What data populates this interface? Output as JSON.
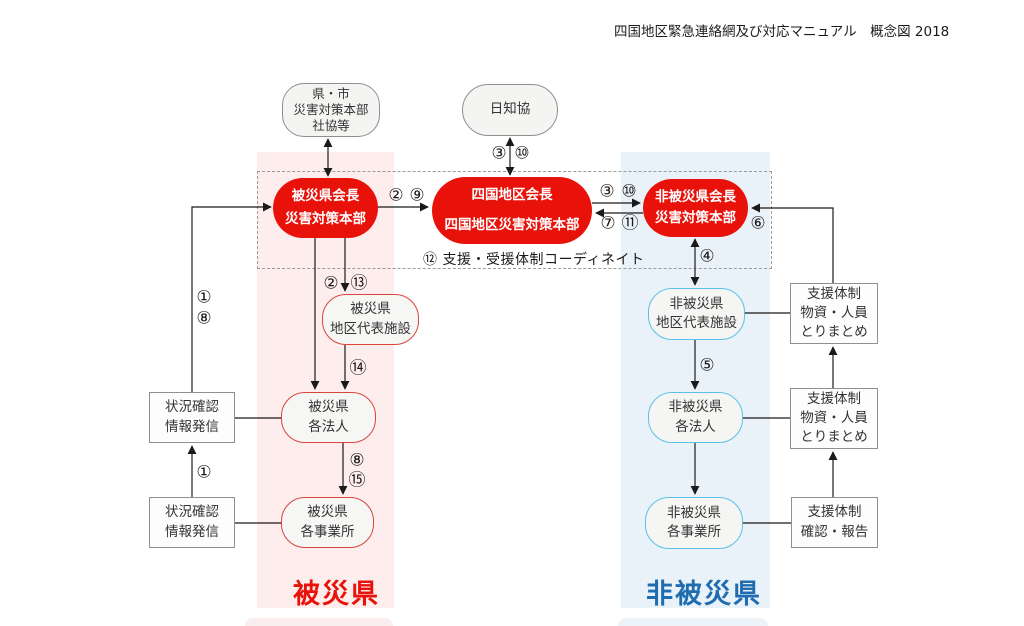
{
  "title": "四国地区緊急連絡網及び対応マニュアル　概念図 2018",
  "regions": {
    "affected": "被災県",
    "unaffected": "非被災県"
  },
  "nodes": {
    "pref_city_hq": {
      "line1": "県・市",
      "line2": "災害対策本部",
      "line3": "社協等"
    },
    "nichikyou": {
      "line1": "日知協"
    },
    "affected_chair": {
      "line1": "被災県会長",
      "line2": "災害対策本部"
    },
    "shikoku_chair": {
      "line1": "四国地区会長",
      "line2": "四国地区災害対策本部"
    },
    "unaffected_chair": {
      "line1": "非被災県会長",
      "line2": "災害対策本部"
    },
    "affected_facility": {
      "line1": "被災県",
      "line2": "地区代表施設"
    },
    "affected_corp": {
      "line1": "被災県",
      "line2": "各法人"
    },
    "affected_office": {
      "line1": "被災県",
      "line2": "各事業所"
    },
    "status_upper": {
      "line1": "状況確認",
      "line2": "情報発信"
    },
    "status_lower": {
      "line1": "状況確認",
      "line2": "情報発信"
    },
    "unaffected_facility": {
      "line1": "非被災県",
      "line2": "地区代表施設"
    },
    "unaffected_corp": {
      "line1": "非被災県",
      "line2": "各法人"
    },
    "unaffected_office": {
      "line1": "非被災県",
      "line2": "各事業所"
    },
    "support_top": {
      "line1": "支援体制",
      "line2": "物資・人員",
      "line3": "とりまとめ"
    },
    "support_mid": {
      "line1": "支援体制",
      "line2": "物資・人員",
      "line3": "とりまとめ"
    },
    "support_bottom": {
      "line1": "支援体制",
      "line2": "確認・報告"
    }
  },
  "labels": {
    "left_1": "①",
    "left_8": "⑧",
    "a2": "②",
    "a9": "⑨",
    "b3": "③",
    "b10": "⑩",
    "c3": "③",
    "c10": "⑩",
    "d7": "⑦",
    "d11": "⑪",
    "e6": "⑥",
    "f4": "④",
    "g2": "②",
    "g13": "⑬",
    "h14": "⑭",
    "i8": "⑧",
    "i15": "⑮",
    "j1": "①",
    "k5": "⑤"
  },
  "coordination": "⑫ 支援・受援体制コーディネイト",
  "colors": {
    "node_red": "#e8120b",
    "region_red_text": "#e8120b",
    "region_blue_text": "#1f6cb0",
    "red_outline": "#d9453c",
    "cyan_outline": "#5bc0e8",
    "pink_band": "#fdeeed",
    "blue_band": "#e9f2f9",
    "line": "#1a1a1a"
  }
}
